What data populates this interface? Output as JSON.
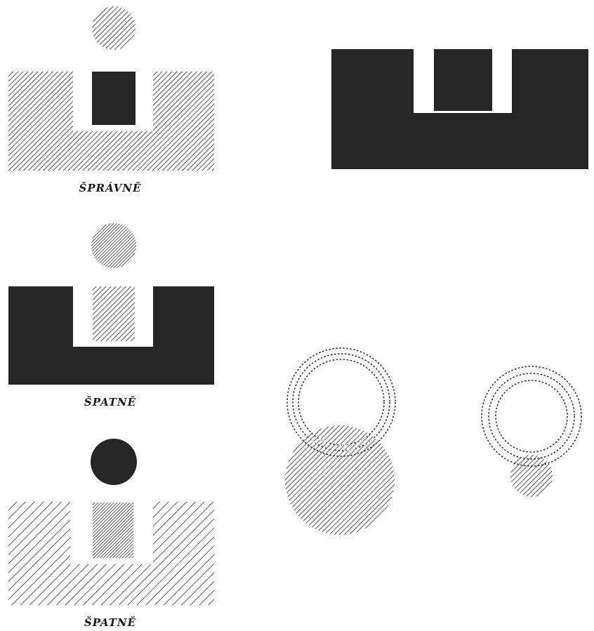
{
  "figure": {
    "captions": {
      "correct": "ŠPRÁVNĚ",
      "wrong_1": "ŠPATNĚ",
      "wrong_2": "ŠPATNĚ"
    },
    "colors": {
      "ink": "#262626",
      "paper": "#ffffff"
    }
  }
}
